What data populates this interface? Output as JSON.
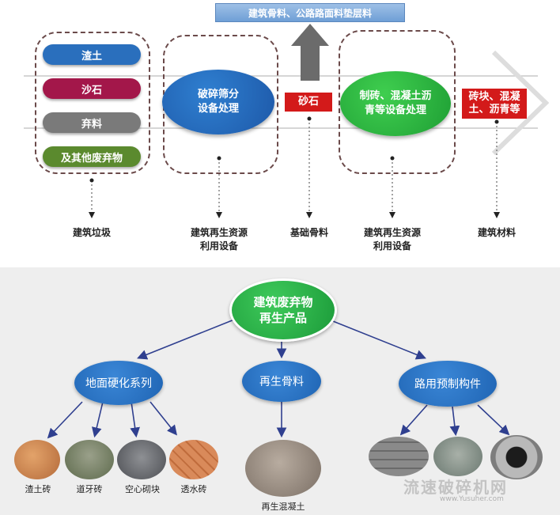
{
  "top": {
    "banner": "建筑骨料、公路路面料垫层料",
    "waste_items": [
      {
        "label": "渣土",
        "color": "#2a6fbd"
      },
      {
        "label": "沙石",
        "color": "#a3174a"
      },
      {
        "label": "弃料",
        "color": "#7a7a7a"
      },
      {
        "label": "及其他废弃物",
        "color": "#5b8a2e"
      }
    ],
    "process1": "破碎筛分\n设备处理",
    "sand": "砂石",
    "process2": "制砖、混凝土沥\n青等设备处理",
    "output": "砖块、混凝\n土、沥青等",
    "stage_labels": [
      "建筑垃圾",
      "建筑再生资源\n利用设备",
      "基础骨料",
      "建筑再生资源\n利用设备",
      "建筑材料"
    ]
  },
  "bottom": {
    "root": "建筑废弃物\n再生产品",
    "branches": [
      "地面硬化系列",
      "再生骨料",
      "路用预制构件"
    ],
    "products_left": [
      "渣土砖",
      "道牙砖",
      "空心砌块",
      "透水砖"
    ],
    "product_mid": "再生混凝土",
    "watermark": "流速破碎机网",
    "watermark_url": "www.Yusuher.com"
  }
}
